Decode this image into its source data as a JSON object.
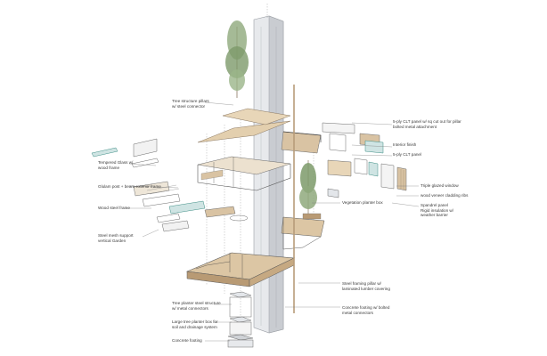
{
  "labels": [
    {
      "id": "tree-structure-pillars",
      "lines": [
        "Tree structure pillars",
        "w/ steel connector"
      ]
    },
    {
      "id": "clt-panel-cutout",
      "lines": [
        "5-ply CLT panel w/ sq cut out for pillar",
        "bolted metal attachment"
      ]
    },
    {
      "id": "interior-finish",
      "lines": [
        "Interior finish"
      ]
    },
    {
      "id": "clt-panel",
      "lines": [
        "5-ply CLT panel"
      ]
    },
    {
      "id": "tempered-glass",
      "lines": [
        "Tempered Glass w/",
        "wood frame"
      ]
    },
    {
      "id": "glulam-post",
      "lines": [
        "Glulam post + beam exterior frame"
      ]
    },
    {
      "id": "triple-glazed",
      "lines": [
        "Triple glazed window"
      ]
    },
    {
      "id": "wood-veneer",
      "lines": [
        "wood veneer cladding ribs"
      ]
    },
    {
      "id": "wood-steel-frame",
      "lines": [
        "Wood steel frame"
      ]
    },
    {
      "id": "vegetation-planter",
      "lines": [
        "Vegetation planter box"
      ]
    },
    {
      "id": "spandrel-panel",
      "lines": [
        "Spandrel panel",
        "Rigid insulation w/",
        "weather barrier"
      ]
    },
    {
      "id": "steel-mesh",
      "lines": [
        "Steel mesh support",
        "vertical Garden"
      ]
    },
    {
      "id": "steel-framing-pillar",
      "lines": [
        "Steel framing pillar w/",
        "laminated lumber covering"
      ]
    },
    {
      "id": "tree-planter-steel",
      "lines": [
        "Tree planter steel structure",
        "w/ metal connectors"
      ]
    },
    {
      "id": "concrete-footing-bolted",
      "lines": [
        "Concrete footing w/ bolted",
        "metal connectors"
      ]
    },
    {
      "id": "large-tree-planter",
      "lines": [
        "Large tree planter box for",
        "soil and drainage system"
      ]
    },
    {
      "id": "concrete-footing",
      "lines": [
        "Concrete footing"
      ]
    }
  ],
  "colors": {
    "wood": "#d9c3a3",
    "wood_dark": "#b89a74",
    "steel": "#e3e6ea",
    "steel_dark": "#a9adb3",
    "glass": "#cfe4e3",
    "teal": "#3f8f86",
    "tree": "#7d9a6a",
    "line": "#555555"
  }
}
